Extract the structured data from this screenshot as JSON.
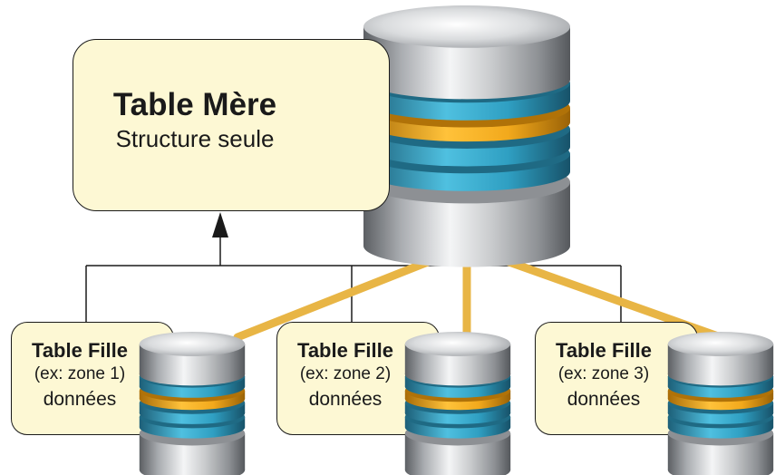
{
  "mother": {
    "title": "Table Mère",
    "subtitle": "Structure seule"
  },
  "children": [
    {
      "title": "Table Fille",
      "zone": "(ex: zone 1)",
      "data": "données"
    },
    {
      "title": "Table Fille",
      "zone": "(ex: zone 2)",
      "data": "données"
    },
    {
      "title": "Table Fille",
      "zone": "(ex: zone 3)",
      "data": "données"
    }
  ],
  "colors": {
    "box_fill": "#fdf8d4",
    "box_border": "#1a1a1a",
    "link_orange": "#e8b545",
    "disk_teal": "#3aa6c4",
    "disk_orange": "#f2a91c",
    "disk_metal": "#b9bbbd"
  },
  "icons": [
    "database-icon"
  ]
}
